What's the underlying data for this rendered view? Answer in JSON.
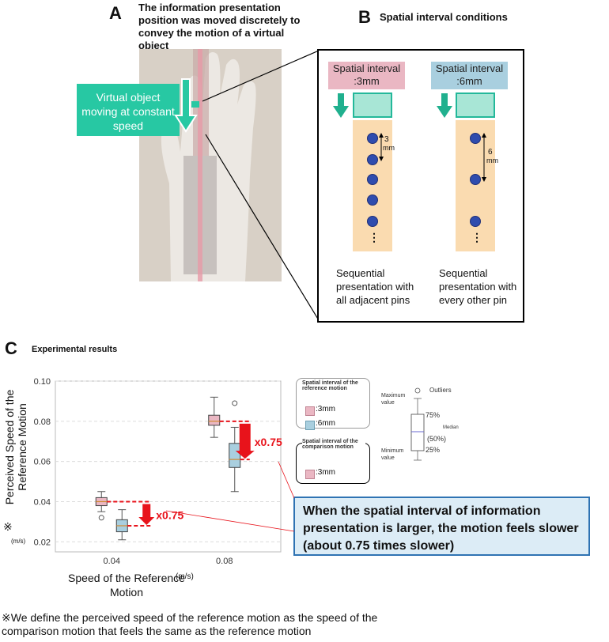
{
  "panelA": {
    "letter": "A",
    "title": "The information presentation position was moved discretely to convey the motion of a virtual object",
    "virtual_object_label": "Virtual object moving at constant speed"
  },
  "panelB": {
    "letter": "B",
    "title": "Spatial interval conditions",
    "left": {
      "label": "Spatial interval :3mm",
      "distance_value": "3",
      "distance_unit": "mm",
      "ellipsis": "⋮",
      "caption": "Sequential presentation with all adjacent pins"
    },
    "right": {
      "label": "Spatial interval :6mm",
      "distance_value": "6",
      "distance_unit": "mm",
      "ellipsis": "⋮",
      "caption": "Sequential presentation with every other pin"
    }
  },
  "panelC": {
    "letter": "C",
    "title": "Experimental results",
    "callout": "When the spatial interval of information presentation is larger, the motion feels slower (about 0.75 times slower)",
    "footnote": "※We define the perceived speed of the reference motion as the speed of the comparison motion that feels the same as the reference motion",
    "legend": {
      "reference_title": "Spatial interval of the reference motion",
      "ref_3mm": ":3mm",
      "ref_6mm": ":6mm",
      "comparison_title": "Spatial interval of the comparison motion",
      "cmp_3mm": ":3mm",
      "maximum": "Maximum value",
      "minimum": "Minimum value",
      "outliers": "Outliers",
      "p75": "75%",
      "median": "Median",
      "p50": "(50%)",
      "p25": "25%"
    }
  },
  "chart_data": {
    "type": "box",
    "ylabel": "Perceived Speed of the Reference Motion",
    "ylabel_note": "※",
    "yunit": "(m/s)",
    "xlabel": "Speed of the Reference Motion",
    "xunit": "(m/s)",
    "ylim": [
      0.015,
      0.1
    ],
    "yticks": [
      "0.02",
      "0.04",
      "0.06",
      "0.08",
      "0.10"
    ],
    "xticks": [
      "0.04",
      "0.08"
    ],
    "grid": true,
    "boxes": [
      {
        "x": 0.04,
        "interval": "3mm",
        "min": 0.035,
        "q1": 0.038,
        "median": 0.04,
        "q3": 0.042,
        "max": 0.045,
        "outliers": [
          0.032
        ]
      },
      {
        "x": 0.04,
        "interval": "6mm",
        "min": 0.021,
        "q1": 0.025,
        "median": 0.028,
        "q3": 0.031,
        "max": 0.036,
        "outliers": []
      },
      {
        "x": 0.08,
        "interval": "3mm",
        "min": 0.072,
        "q1": 0.078,
        "median": 0.08,
        "q3": 0.083,
        "max": 0.092,
        "outliers": []
      },
      {
        "x": 0.08,
        "interval": "6mm",
        "min": 0.045,
        "q1": 0.057,
        "median": 0.061,
        "q3": 0.069,
        "max": 0.077,
        "outliers": [
          0.089
        ]
      }
    ],
    "annotations": [
      {
        "text": "x0.75",
        "at": 0.04
      },
      {
        "text": "x0.75",
        "at": 0.08
      }
    ],
    "colors": {
      "3mm": "#eab7c3",
      "6mm": "#a9cfdf",
      "arrow": "#e8131b"
    }
  }
}
